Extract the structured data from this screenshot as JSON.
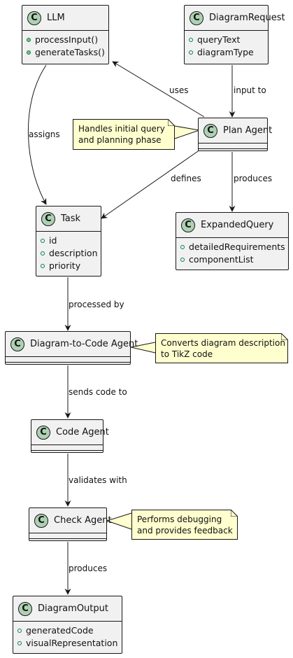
{
  "classes": {
    "llm": {
      "name": "LLM",
      "fields": [
        "processInput()",
        "generateTasks()"
      ]
    },
    "diagram_request": {
      "name": "DiagramRequest",
      "fields": [
        "queryText",
        "diagramType"
      ]
    },
    "plan_agent": {
      "name": "Plan Agent"
    },
    "task": {
      "name": "Task",
      "fields": [
        "id",
        "description",
        "priority"
      ]
    },
    "expanded_query": {
      "name": "ExpandedQuery",
      "fields": [
        "detailedRequirements",
        "componentList"
      ]
    },
    "diagram_to_code_agent": {
      "name": "Diagram-to-Code Agent"
    },
    "code_agent": {
      "name": "Code Agent"
    },
    "check_agent": {
      "name": "Check Agent"
    },
    "diagram_output": {
      "name": "DiagramOutput",
      "fields": [
        "generatedCode",
        "visualRepresentation"
      ]
    }
  },
  "class_badge": "C",
  "notes": {
    "plan_note": [
      "Handles initial query",
      "and planning phase"
    ],
    "d2c_note": [
      "Converts diagram description",
      "to TikZ code"
    ],
    "check_note": [
      "Performs debugging",
      "and provides feedback"
    ]
  },
  "edges": {
    "uses": "uses",
    "input_to": "input to",
    "assigns": "assigns",
    "defines": "defines",
    "produces_query": "produces",
    "processed_by": "processed by",
    "sends_code_to": "sends code to",
    "validates_with": "validates with",
    "produces_output": "produces"
  },
  "colors": {
    "class_fill": "#f1f1f1",
    "badge_fill": "#add1b2",
    "note_fill": "#fefece",
    "border": "#181818",
    "field_dot": "#84be84"
  }
}
